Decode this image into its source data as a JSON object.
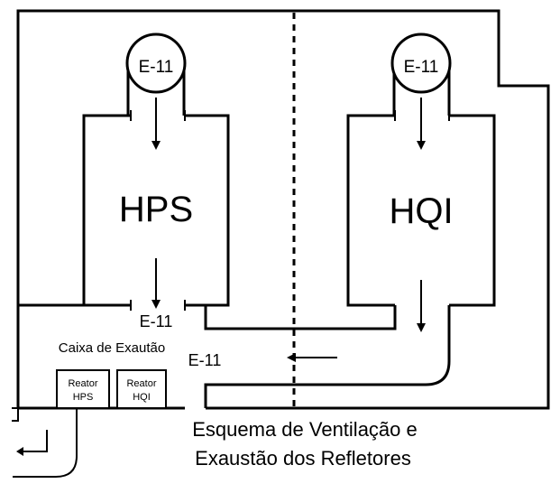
{
  "diagram": {
    "fan_left_label": "E-11",
    "fan_right_label": "E-11",
    "room_left_label": "HPS",
    "room_right_label": "HQI",
    "exhaust_left_fan_label": "E-11",
    "exhaust_box_label": "Caixa de Exautão",
    "exhaust_duct_fan_label": "E-11",
    "reactor_hps": [
      "Reator",
      "HPS"
    ],
    "reactor_hqi": [
      "Reator",
      "HQI"
    ],
    "caption_line1": "Esquema de Ventilação e",
    "caption_line2": "Exaustão dos Refletores"
  }
}
